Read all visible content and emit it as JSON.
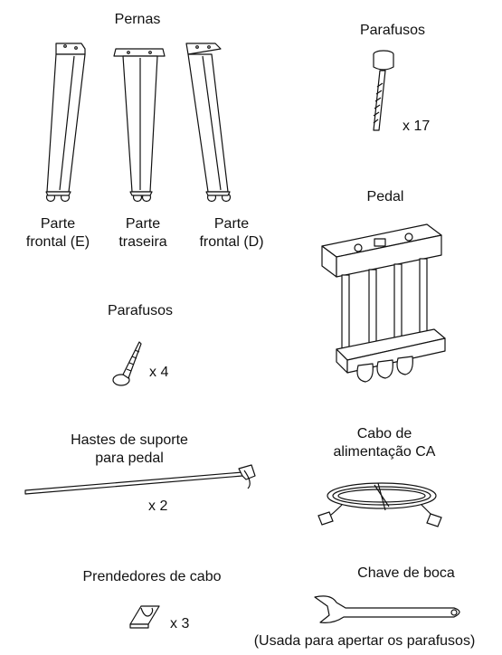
{
  "legs": {
    "title": "Pernas",
    "left_label_line1": "Parte",
    "left_label_line2": "frontal (E)",
    "rear_label_line1": "Parte",
    "rear_label_line2": "traseira",
    "right_label_line1": "Parte",
    "right_label_line2": "frontal (D)"
  },
  "long_screws": {
    "title": "Parafusos",
    "quantity": "x 17"
  },
  "pedal": {
    "title": "Pedal"
  },
  "short_screws": {
    "title": "Parafusos",
    "quantity": "x 4"
  },
  "support_rods": {
    "title_line1": "Hastes de suporte",
    "title_line2": "para pedal",
    "quantity": "x 2"
  },
  "power_cable": {
    "title_line1": "Cabo de",
    "title_line2": "alimentação CA"
  },
  "cable_clips": {
    "title": "Prendedores de cabo",
    "quantity": "x 3"
  },
  "wrench": {
    "title": "Chave de boca",
    "note": "(Usada para apertar os parafusos)"
  }
}
